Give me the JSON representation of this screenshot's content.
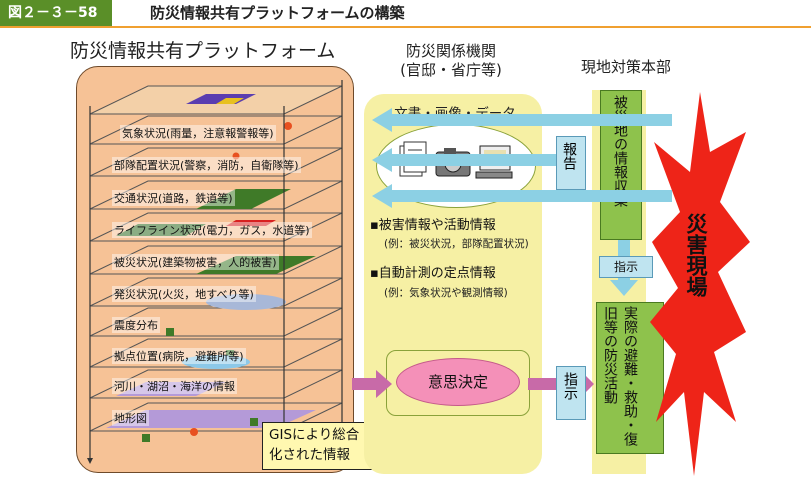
{
  "header": {
    "figure_number": "図２－３－58",
    "title": "防災情報共有プラットフォームの構築"
  },
  "platform": {
    "title": "防災情報共有プラットフォーム",
    "layers": [
      "気象状況(雨量，注意報警報等)",
      "部隊配置状況(警察，消防，自衛隊等)",
      "交通状況(道路，鉄道等)",
      "ライフライン状況(電力，ガス，水道等)",
      "被災状況(建築物被害，人的被害)",
      "発災状況(火災，地すべり等)",
      "震度分布",
      "拠点位置(病院，避難所等)",
      "河川・湖沼・海洋の情報",
      "地形図"
    ],
    "gis_note_line1": "GISにより総合",
    "gis_note_line2": "化された情報"
  },
  "government": {
    "title_line1": "防災関係機関",
    "title_line2": "(官邸・省庁等)",
    "docs_label": "文書・画像・データ",
    "bullet1": "▪被害情報や活動情報",
    "bullet1_sub": "(例：被災状況，部隊配置状況)",
    "bullet2": "▪自動計測の定点情報",
    "bullet2_sub": "(例：気象状況や観測情報)",
    "decision": "意思決定"
  },
  "local_hq": {
    "title": "現地対策本部",
    "collect": "被災地の情報収集",
    "report": "報告",
    "instruction_top": "指示",
    "instruction_mid": "指示",
    "activities": "実際の避難・救助・復旧等の防災活動"
  },
  "disaster_site": {
    "label": "災害現場"
  },
  "colors": {
    "header_bar": "#5a8f28",
    "platform_bg": "#f6c296",
    "government_bg": "#f6f0a4",
    "collect_box": "#8ec24c",
    "arrow_blue": "#8cd0e4",
    "arrow_pink": "#c86aa8",
    "disaster_burst": "#ee2418"
  }
}
